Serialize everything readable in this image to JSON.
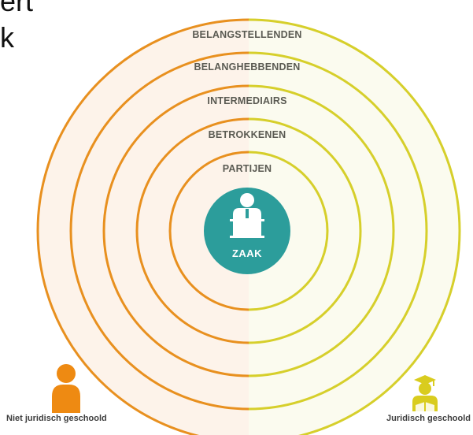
{
  "header": {
    "line_1": "ert",
    "line_2": "k"
  },
  "rings": [
    {
      "label": "BELANGSTELLENDEN"
    },
    {
      "label": "BELANGHEBBENDEN"
    },
    {
      "label": "INTERMEDIAIRS"
    },
    {
      "label": "BETROKKENEN"
    },
    {
      "label": "PARTIJEN"
    }
  ],
  "center": {
    "label": "ZAAK",
    "icon": "judge-at-bench-icon"
  },
  "left_figure": {
    "label": "Niet juridisch geschoold",
    "icon": "person-icon"
  },
  "right_figure": {
    "label": "Juridisch geschoold",
    "icon": "graduate-reading-icon"
  },
  "colors": {
    "left_ring": "#e8901f",
    "right_ring": "#d6cf2b",
    "left_fill": "#fdf3ea",
    "right_fill": "#fbfbef",
    "center_fill": "#2c9d9b",
    "ring_label": "#5a5a52",
    "person_left": "#ee8a12",
    "person_right": "#d9cc1e"
  }
}
